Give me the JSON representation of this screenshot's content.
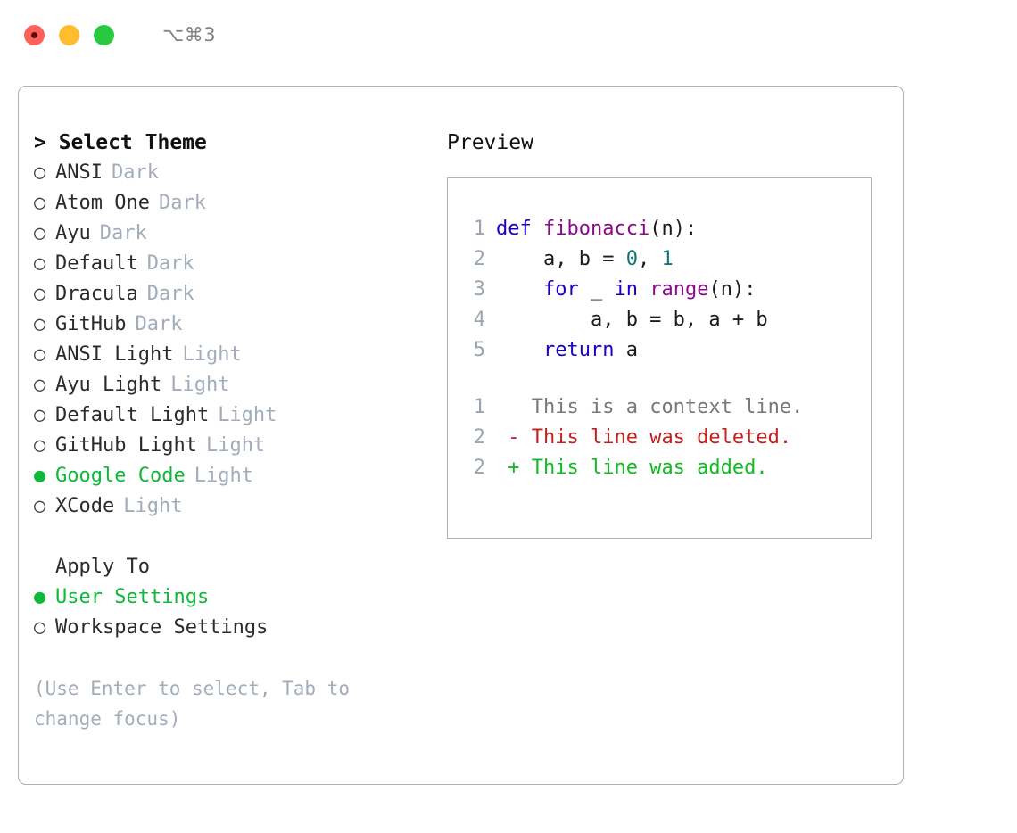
{
  "window": {
    "title": "⌥⌘3",
    "traffic_lights": [
      {
        "name": "close",
        "color": "#ff6059"
      },
      {
        "name": "minimize",
        "color": "#ffbd2e"
      },
      {
        "name": "maximize",
        "color": "#28c840"
      }
    ]
  },
  "colors": {
    "accent_green": "#0fb83a",
    "muted": "#a3acb9",
    "border": "#a7b0bd",
    "keyword": "#1a00c8",
    "function": "#8b0a8b",
    "number": "#0d7777",
    "diff_add": "#10bb22",
    "diff_del": "#c62020",
    "diff_context": "#787878"
  },
  "theme_panel": {
    "header": "> Select Theme",
    "options": [
      {
        "label": "ANSI",
        "tag": "Dark",
        "selected": false,
        "bullet": "○"
      },
      {
        "label": "Atom One",
        "tag": "Dark",
        "selected": false,
        "bullet": "○"
      },
      {
        "label": "Ayu",
        "tag": "Dark",
        "selected": false,
        "bullet": "○"
      },
      {
        "label": "Default",
        "tag": "Dark",
        "selected": false,
        "bullet": "○"
      },
      {
        "label": "Dracula",
        "tag": "Dark",
        "selected": false,
        "bullet": "○"
      },
      {
        "label": "GitHub",
        "tag": "Dark",
        "selected": false,
        "bullet": "○"
      },
      {
        "label": "ANSI Light",
        "tag": "Light",
        "selected": false,
        "bullet": "○"
      },
      {
        "label": "Ayu Light",
        "tag": "Light",
        "selected": false,
        "bullet": "○"
      },
      {
        "label": "Default Light",
        "tag": "Light",
        "selected": false,
        "bullet": "○"
      },
      {
        "label": "GitHub Light",
        "tag": "Light",
        "selected": false,
        "bullet": "○"
      },
      {
        "label": "Google Code",
        "tag": "Light",
        "selected": true,
        "bullet": "●"
      },
      {
        "label": "XCode",
        "tag": "Light",
        "selected": false,
        "bullet": "○"
      }
    ]
  },
  "apply_to": {
    "header": "Apply To",
    "options": [
      {
        "label": "User Settings",
        "selected": true,
        "bullet": "●"
      },
      {
        "label": "Workspace Settings",
        "selected": false,
        "bullet": "○"
      }
    ]
  },
  "hint": "(Use Enter to select, Tab to change focus)",
  "preview": {
    "title": "Preview",
    "code_lines": [
      {
        "number": "1",
        "tokens": [
          {
            "text": "def ",
            "kind": "kw"
          },
          {
            "text": "fibonacci",
            "kind": "fn"
          },
          {
            "text": "(n):",
            "kind": "plain"
          }
        ]
      },
      {
        "number": "2",
        "tokens": [
          {
            "text": "    a, b = ",
            "kind": "plain"
          },
          {
            "text": "0",
            "kind": "num"
          },
          {
            "text": ", ",
            "kind": "plain"
          },
          {
            "text": "1",
            "kind": "num"
          }
        ]
      },
      {
        "number": "3",
        "tokens": [
          {
            "text": "    ",
            "kind": "plain"
          },
          {
            "text": "for",
            "kind": "kw"
          },
          {
            "text": " _ ",
            "kind": "plain"
          },
          {
            "text": "in",
            "kind": "kw"
          },
          {
            "text": " ",
            "kind": "plain"
          },
          {
            "text": "range",
            "kind": "fn"
          },
          {
            "text": "(n):",
            "kind": "plain"
          }
        ]
      },
      {
        "number": "4",
        "tokens": [
          {
            "text": "        a, b = b, a + b",
            "kind": "plain"
          }
        ]
      },
      {
        "number": "5",
        "tokens": [
          {
            "text": "    ",
            "kind": "plain"
          },
          {
            "text": "return",
            "kind": "kw"
          },
          {
            "text": " a",
            "kind": "plain"
          }
        ]
      }
    ],
    "diff_lines": [
      {
        "number": "1",
        "marker": " ",
        "text": " This is a context line.",
        "kind": "context"
      },
      {
        "number": "2",
        "marker": "-",
        "text": " This line was deleted.",
        "kind": "del"
      },
      {
        "number": "2",
        "marker": "+",
        "text": " This line was added.",
        "kind": "add"
      }
    ]
  }
}
